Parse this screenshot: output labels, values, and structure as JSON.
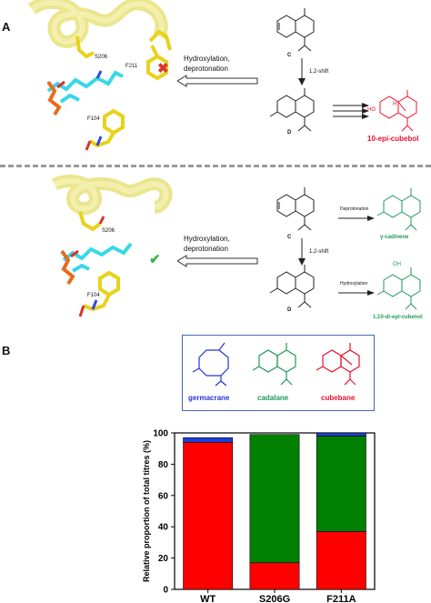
{
  "panel_a": {
    "label": "A",
    "top": {
      "reaction_text_1": "Hydroxylation,",
      "reaction_text_2": "deprotonation",
      "residue_1": "S206",
      "residue_2": "F211",
      "residue_3": "F104",
      "mol_c": "C",
      "mol_d": "D",
      "shift": "1,2-shift",
      "product": "10-epi-cubebol",
      "product_ho": "HO",
      "product_h": "H",
      "outcome_symbol": "✖",
      "outcome_color": "#e0352b"
    },
    "bottom": {
      "reaction_text_1": "Hydroxylation,",
      "reaction_text_2": "deprotonation",
      "residue_1": "S206",
      "residue_2": "F104",
      "mol_c": "C",
      "mol_d": "D",
      "shift": "1,2-shift",
      "step_1": "Deprotonation",
      "step_2": "Hydroxylation",
      "product_1": "γ-cadinene",
      "product_2": "1,10-di-epi-cubenol",
      "product_oh": "OH",
      "outcome_symbol": "✔",
      "outcome_color": "#3cb04a"
    }
  },
  "panel_b": {
    "label": "B",
    "legend": [
      "germacrane",
      "cadalane",
      "cubebane"
    ],
    "legend_colors": [
      "#2633d6",
      "#1e9a57",
      "#e8112d"
    ]
  },
  "chart_data": {
    "type": "bar",
    "stacked": true,
    "categories": [
      "WT",
      "S206G",
      "F211A"
    ],
    "series": [
      {
        "name": "cubebane",
        "color": "#ff0000",
        "values": [
          94,
          17,
          37
        ]
      },
      {
        "name": "cadalane",
        "color": "#008000",
        "values": [
          0,
          82,
          61
        ]
      },
      {
        "name": "germacrane",
        "color": "#1f3fd6",
        "values": [
          3,
          0,
          2
        ]
      }
    ],
    "ylabel": "Relative proportion of total titres (%)",
    "ylim": [
      0,
      100
    ],
    "yticks": [
      0,
      20,
      40,
      60,
      80,
      100
    ],
    "grid": false
  }
}
